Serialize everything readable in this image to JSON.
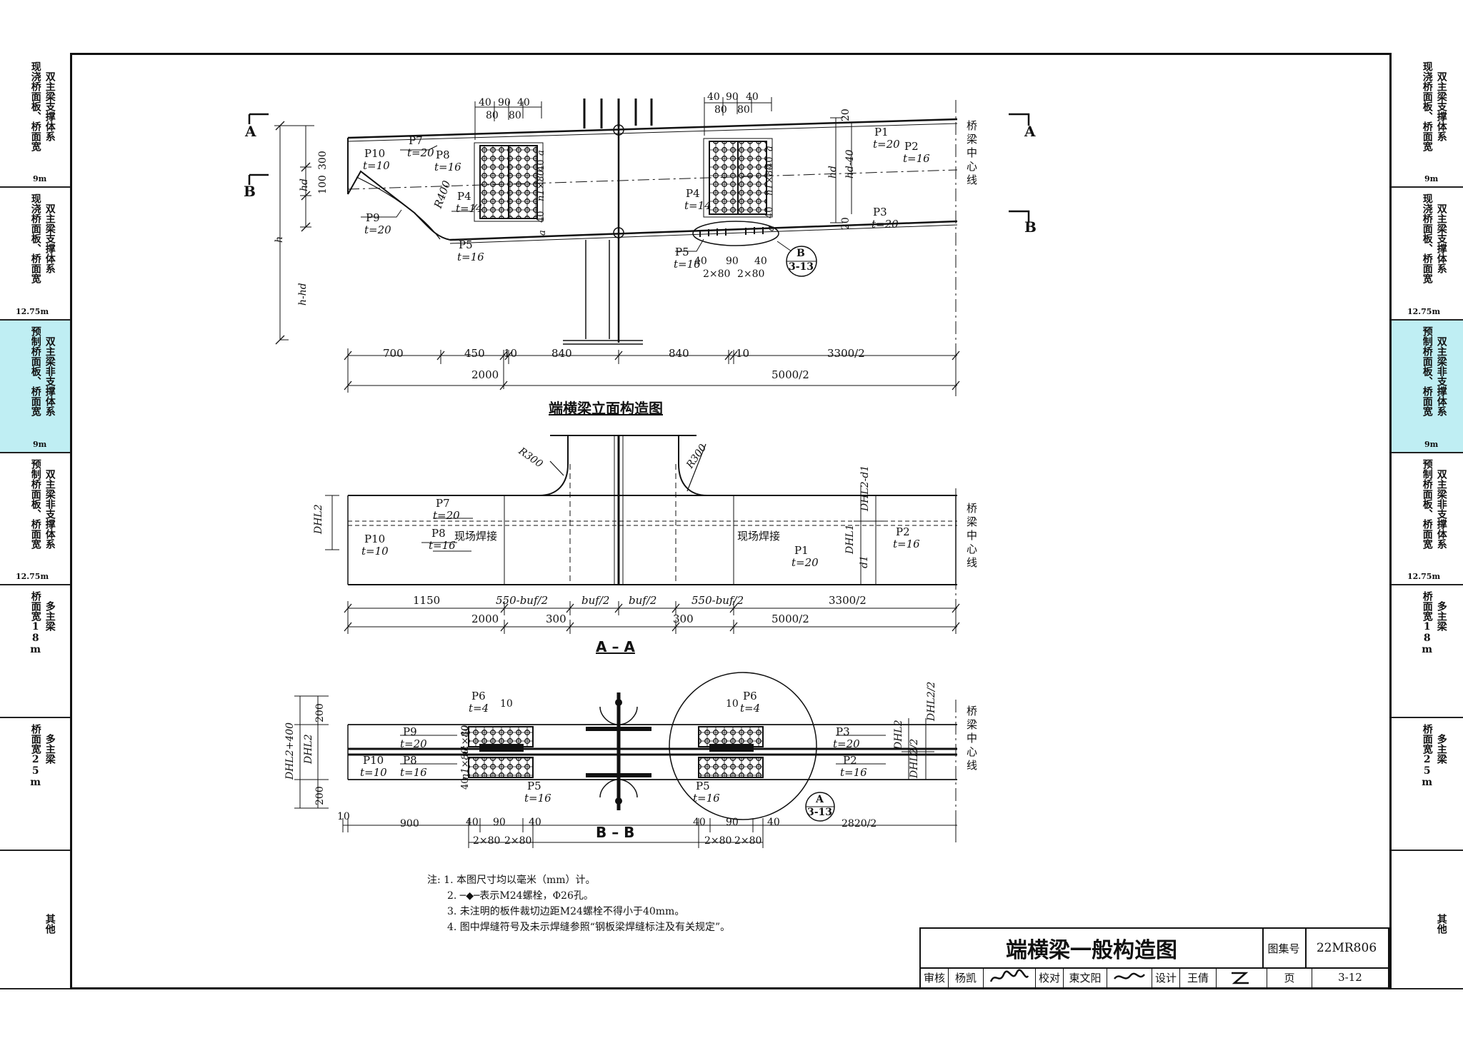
{
  "side_tabs": [
    {
      "main": "双主梁支撑体系",
      "side": "现浇桥面板、桥面宽",
      "width": "9m",
      "highlight": false
    },
    {
      "main": "双主梁支撑体系",
      "side": "现浇桥面板、桥面宽",
      "width": "12.75m",
      "highlight": false
    },
    {
      "main": "双主梁非支撑体系",
      "side": "预制桥面板、桥面宽",
      "width": "9m",
      "highlight": true
    },
    {
      "main": "双主梁非支撑体系",
      "side": "预制桥面板、桥面宽",
      "width": "12.75m",
      "highlight": false
    },
    {
      "main": "多主梁",
      "side": "桥面宽18m",
      "width": "",
      "highlight": false
    },
    {
      "main": "多主梁",
      "side": "桥面宽25m",
      "width": "",
      "highlight": false
    },
    {
      "main": "",
      "side": "其他",
      "width": "",
      "highlight": false
    }
  ],
  "elevation": {
    "title": "端横梁立面构造图",
    "section_A": "A",
    "section_B": "B",
    "centerline": "桥梁中心线",
    "plates": [
      {
        "name": "P10",
        "t": "t=10"
      },
      {
        "name": "P7",
        "t": "t=20"
      },
      {
        "name": "P8",
        "t": "t=16"
      },
      {
        "name": "P4",
        "t": "t=14"
      },
      {
        "name": "P9",
        "t": "t=20"
      },
      {
        "name": "P5",
        "t": "t=16"
      },
      {
        "name": "P4",
        "t": "t=14"
      },
      {
        "name": "P5",
        "t": "t=16"
      },
      {
        "name": "P1",
        "t": "t=20"
      },
      {
        "name": "P2",
        "t": "t=16"
      },
      {
        "name": "P3",
        "t": "t=20"
      }
    ],
    "radius": "R400",
    "dims_top_left": [
      "40",
      "90",
      "40",
      "80",
      "80"
    ],
    "dims_top_right": [
      "40",
      "90",
      "40",
      "80",
      "80"
    ],
    "dims_left": [
      "300",
      "100",
      "hd",
      "h",
      "h-hd"
    ],
    "dims_right": [
      "20",
      "hd",
      "hd-40",
      "20"
    ],
    "bolt_dims": [
      "a",
      "40",
      "n1×80",
      "40",
      "a"
    ],
    "bottom_dims_1": [
      "700",
      "450",
      "10",
      "840",
      "840",
      "10",
      "3300/2"
    ],
    "bottom_dims_2": [
      "2000",
      "5000/2"
    ],
    "detail_bottom": [
      "40",
      "90",
      "40",
      "2×80",
      "2×80"
    ],
    "detail_ref": {
      "id": "B",
      "page": "3-13"
    }
  },
  "section_aa": {
    "title": "A – A",
    "radius": "R300",
    "weld": "现场焊接",
    "dims_left": [
      "DHL2"
    ],
    "dims_right": [
      "DHL2-d1",
      "DHL1",
      "d1"
    ],
    "plates": [
      {
        "name": "P7",
        "t": "t=20"
      },
      {
        "name": "P10",
        "t": "t=10"
      },
      {
        "name": "P8",
        "t": "t=16"
      },
      {
        "name": "P1",
        "t": "t=20"
      },
      {
        "name": "P2",
        "t": "t=16"
      }
    ],
    "bottom_dims_1": [
      "1150",
      "550-buf/2",
      "buf/2",
      "buf/2",
      "550-buf/2",
      "3300/2"
    ],
    "bottom_dims_2": [
      "2000",
      "300",
      "300",
      "5000/2"
    ],
    "centerline": "桥梁中心线"
  },
  "section_bb": {
    "title": "B – B",
    "plates": [
      {
        "name": "P6",
        "t": "t=4"
      },
      {
        "name": "P9",
        "t": "t=20"
      },
      {
        "name": "P10",
        "t": "t=10"
      },
      {
        "name": "P8",
        "t": "t=16"
      },
      {
        "name": "P5",
        "t": "t=16"
      },
      {
        "name": "P6",
        "t": "t=4"
      },
      {
        "name": "P3",
        "t": "t=20"
      },
      {
        "name": "P2",
        "t": "t=16"
      },
      {
        "name": "P5",
        "t": "t=16"
      }
    ],
    "dims_left": [
      "200",
      "DHL2+400",
      "DHL2",
      "200"
    ],
    "dims_right": [
      "DHL2",
      "DHL2/2",
      "DHL2/2"
    ],
    "bolt_dims": [
      "40",
      "n1×80",
      "c",
      "n1×80",
      "40"
    ],
    "bottom_dims_1": [
      "10",
      "900",
      "40",
      "90",
      "40",
      "40",
      "90",
      "40",
      "2820/2"
    ],
    "bottom_dims_2": [
      "2×80",
      "2×80",
      "2×80",
      "2×80"
    ],
    "weld_size": "10",
    "detail_ref": {
      "id": "A",
      "page": "3-13"
    },
    "centerline": "桥梁中心线"
  },
  "notes": {
    "label": "注:",
    "items": [
      "1. 本图尺寸均以毫米（mm）计。",
      "2. ─◆─表示M24螺栓，Φ26孔。",
      "3. 未注明的板件裁切边距M24螺栓不得小于40mm。",
      "4. 图中焊缝符号及未示焊缝参照“钢板梁焊缝标注及有关规定”。"
    ]
  },
  "title_block": {
    "drawing_title": "端横梁一般构造图",
    "atlas_label": "图集号",
    "atlas_no": "22MR806",
    "review_label": "审核",
    "reviewer": "杨凯",
    "check_label": "校对",
    "checker": "東文阳",
    "design_label": "设计",
    "designer": "王倩",
    "page_label": "页",
    "page_no": "3-12"
  }
}
